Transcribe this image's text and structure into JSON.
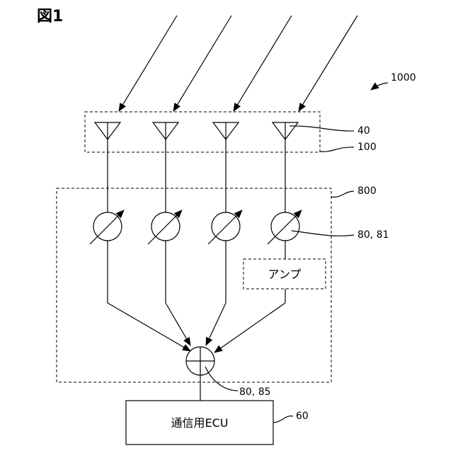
{
  "figure": {
    "title": "図1"
  },
  "labels": {
    "system": "1000",
    "antenna": "40",
    "antenna_unit": "100",
    "circuit": "800",
    "phase_shifter": "80, 81",
    "amplifier": "アンプ",
    "combiner": "80, 85",
    "ecu_ref": "60",
    "ecu_label": "通信用ECU"
  },
  "colors": {
    "line": "#000000",
    "background": "#ffffff"
  }
}
